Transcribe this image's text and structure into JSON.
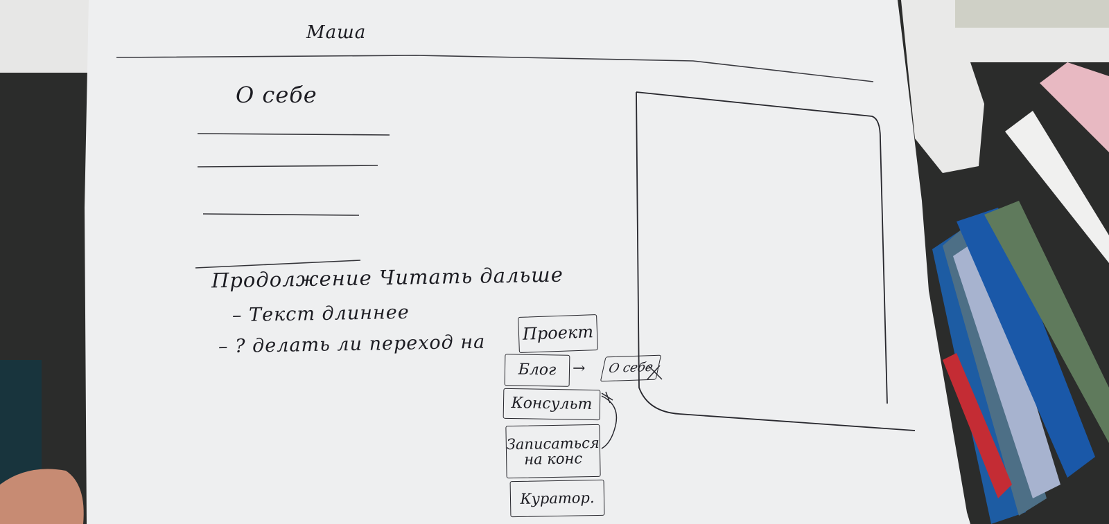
{
  "sketch": {
    "title": "Маша",
    "about_heading": "О себе",
    "notes": [
      "Продолжение Читать дальше",
      "– Текст длиннее",
      "– ? делать ли переход на"
    ],
    "nav_boxes": {
      "project": "Проект",
      "blog": "Блог",
      "consult": "Консульт",
      "signup": "Записаться на конс",
      "curator": "Куратор."
    },
    "about_box": "О себе",
    "arrow": "→",
    "ink_color": "#1c1c22",
    "paper_color": "#eeeff0"
  }
}
